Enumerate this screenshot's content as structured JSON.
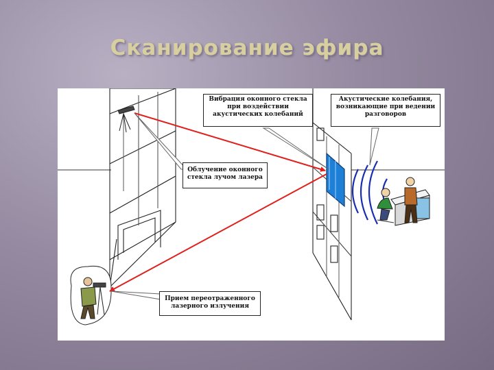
{
  "slide": {
    "title": "Сканирование эфира"
  },
  "diagram": {
    "callouts": {
      "glass_vibration": [
        "Вибрация оконного стекла",
        "при воздействии",
        "акустических колебаний"
      ],
      "acoustic_oscillations": [
        "Акустические колебания,",
        "возникающие при ведении",
        "разговоров"
      ],
      "laser_irradiation": [
        "Облучение оконного",
        "стекла лучом лазера"
      ],
      "reflected_reception": [
        "Прием переотраженного",
        "лазерного излучения"
      ]
    },
    "colors": {
      "laser_beam": "#e0201c",
      "window_glass": "#1e7fd6",
      "sound_waves": "#1a2fb0"
    }
  }
}
